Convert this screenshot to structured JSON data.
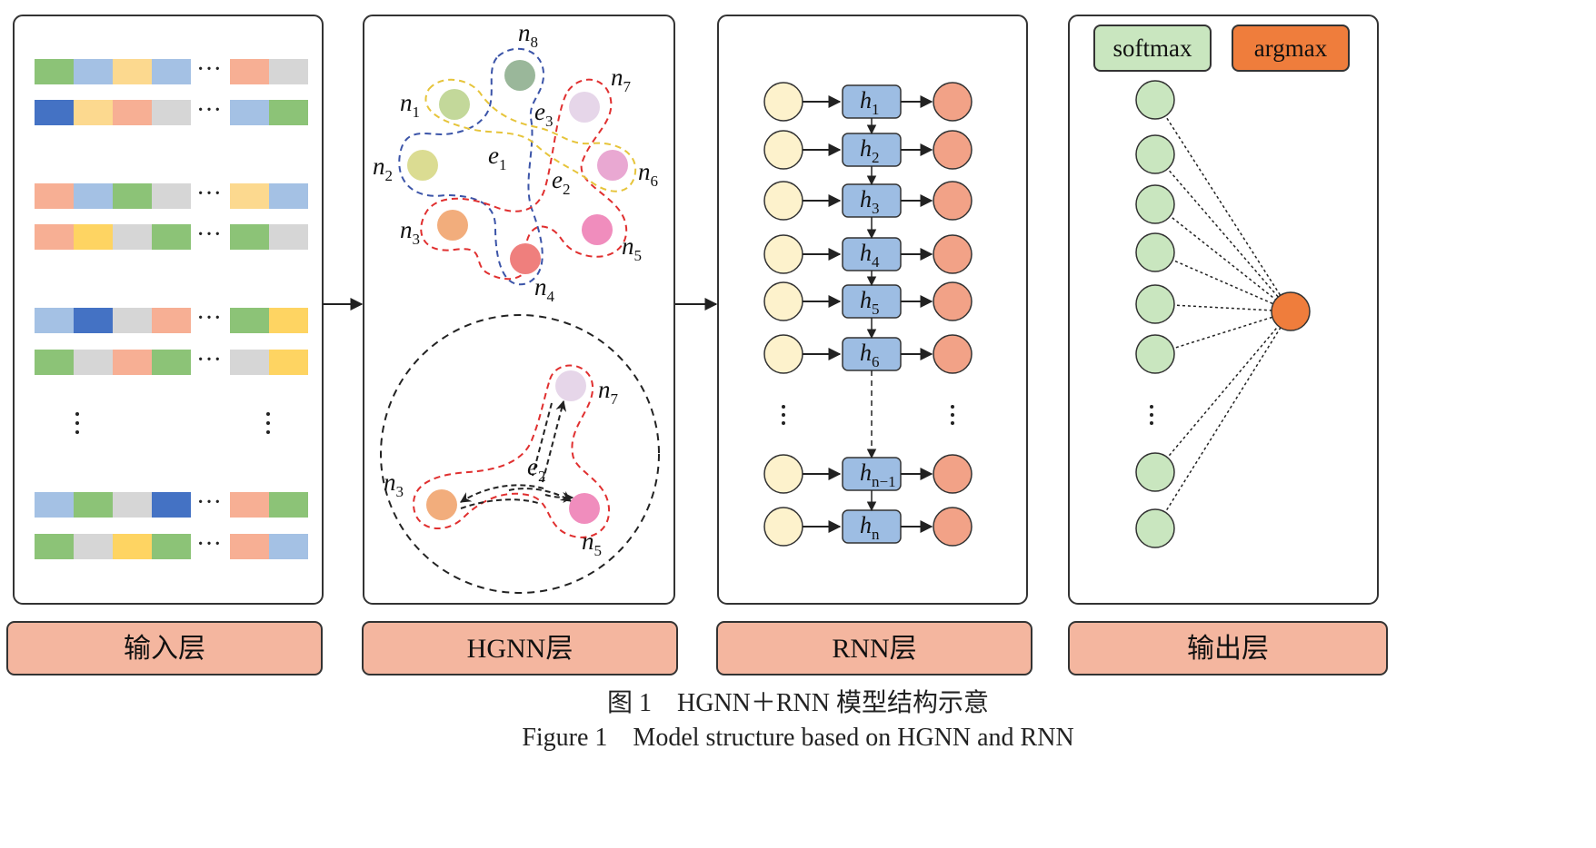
{
  "panels": {
    "input": {
      "label": "输入层"
    },
    "hgnn": {
      "label": "HGNN层"
    },
    "rnn": {
      "label": "RNN层"
    },
    "output": {
      "label": "输出层"
    }
  },
  "hgnn_top": {
    "nodes": [
      {
        "id": "n1",
        "letter": "n",
        "sub": "1",
        "color": "#c3d89a"
      },
      {
        "id": "n2",
        "letter": "n",
        "sub": "2",
        "color": "#dbdc92"
      },
      {
        "id": "n3",
        "letter": "n",
        "sub": "3",
        "color": "#f2ad7c"
      },
      {
        "id": "n4",
        "letter": "n",
        "sub": "4",
        "color": "#ef7f7d"
      },
      {
        "id": "n5",
        "letter": "n",
        "sub": "5",
        "color": "#f08dbd"
      },
      {
        "id": "n6",
        "letter": "n",
        "sub": "6",
        "color": "#e9a8d2"
      },
      {
        "id": "n7",
        "letter": "n",
        "sub": "7",
        "color": "#e6d6e9"
      },
      {
        "id": "n8",
        "letter": "n",
        "sub": "8",
        "color": "#9ab79a"
      }
    ],
    "edges": [
      {
        "letter": "e",
        "sub": "1",
        "color": "#3b54a8"
      },
      {
        "letter": "e",
        "sub": "2",
        "color": "#e02f2f"
      },
      {
        "letter": "e",
        "sub": "3",
        "color": "#e6c43a"
      }
    ]
  },
  "hgnn_bottom": {
    "nodes": [
      {
        "letter": "n",
        "sub": "7"
      },
      {
        "letter": "n",
        "sub": "3"
      },
      {
        "letter": "n",
        "sub": "5"
      }
    ],
    "edge": {
      "letter": "e",
      "sub": "2"
    }
  },
  "rnn": {
    "cells": [
      {
        "letter": "h",
        "sub": "1"
      },
      {
        "letter": "h",
        "sub": "2"
      },
      {
        "letter": "h",
        "sub": "3"
      },
      {
        "letter": "h",
        "sub": "4"
      },
      {
        "letter": "h",
        "sub": "5"
      },
      {
        "letter": "h",
        "sub": "6"
      },
      {
        "letter": "h",
        "sub": "n−1"
      },
      {
        "letter": "h",
        "sub": "n"
      }
    ],
    "input_color": "#fdf2cc",
    "cell_color": "#9dbde3",
    "output_color": "#f2a287"
  },
  "output_layer": {
    "softmax_label": "softmax",
    "argmax_label": "argmax",
    "softmax_color": "#c9e6bf",
    "argmax_color": "#ef7d3c",
    "neuron_color": "#c9e6bf"
  },
  "input_colors": {
    "green": "#8cc377",
    "lightblue": "#a4c1e4",
    "yellow": "#fcd98f",
    "salmon": "#f7af94",
    "gray": "#d6d6d6",
    "darkblue": "#4472c4",
    "gold": "#fed462"
  },
  "caption": {
    "cn": "图 1　HGNN＋RNN 模型结构示意",
    "en": "Figure 1　Model structure based on HGNN and RNN"
  }
}
